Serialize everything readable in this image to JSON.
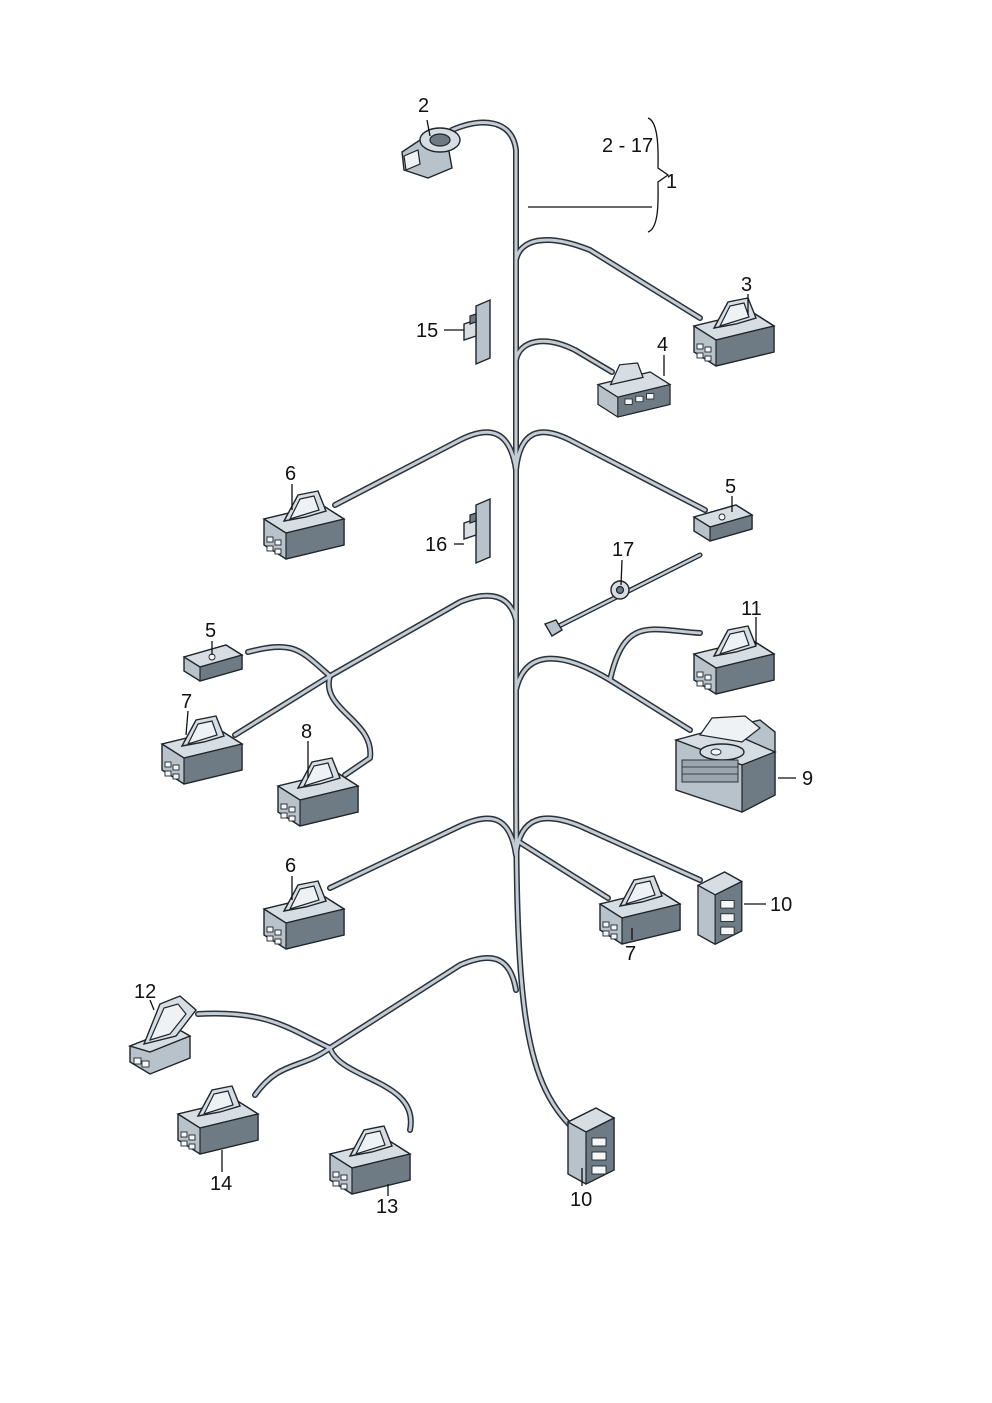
{
  "callouts": {
    "c1": "1",
    "c2": "2",
    "c2_17": "2 - 17",
    "c3": "3",
    "c4": "4",
    "c5a": "5",
    "c5b": "5",
    "c6a": "6",
    "c6b": "6",
    "c7a": "7",
    "c7b": "7",
    "c8": "8",
    "c9": "9",
    "c10a": "10",
    "c10b": "10",
    "c11": "11",
    "c12": "12",
    "c13": "13",
    "c14": "14",
    "c15": "15",
    "c16": "16",
    "c17": "17"
  }
}
